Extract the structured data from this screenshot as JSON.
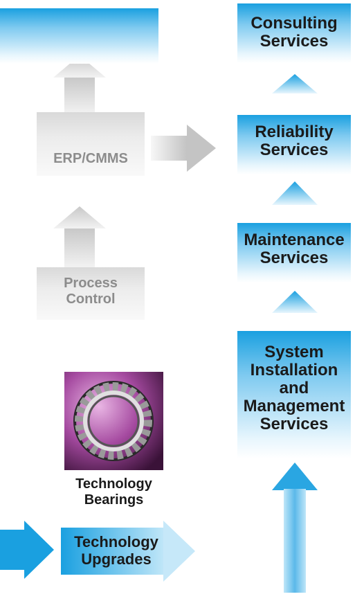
{
  "right_column": {
    "consulting": "Consulting\nServices",
    "reliability": "Reliability\nServices",
    "maintenance": "Maintenance\nServices",
    "system": "System\nInstallation\nand\nManagement\nServices"
  },
  "left_column": {
    "erp": "ERP/CMMS",
    "process": "Process\nControl",
    "bearings_caption": "Technology\nBearings",
    "upgrades": "Technology\nUpgrades"
  },
  "colors": {
    "blue_dark": "#1aa0e0",
    "blue_light": "#bfe6f8",
    "gray_arrow": "#cfcfcf",
    "bearing_bg": "#8a3f86"
  }
}
